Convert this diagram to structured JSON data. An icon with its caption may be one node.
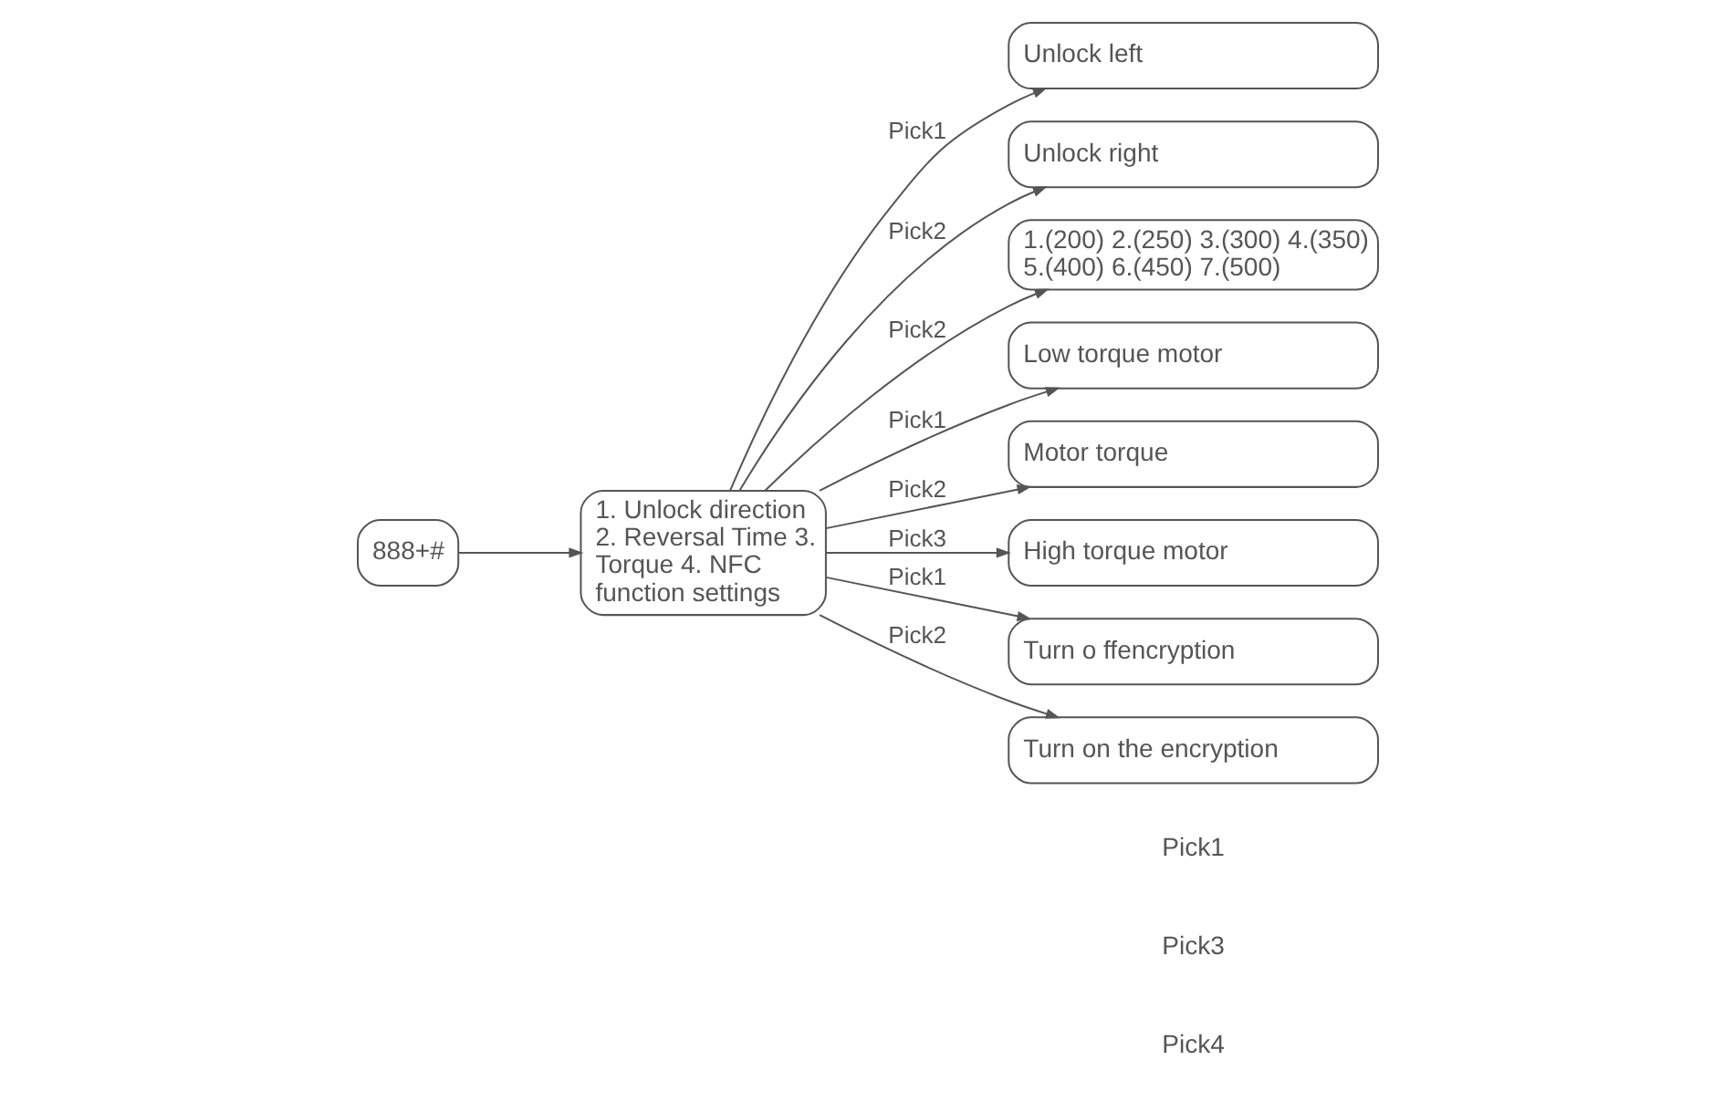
{
  "diagram": {
    "nodes": [
      {
        "text": [
          "888+#"
        ]
      },
      {
        "text": [
          "1. Unlock direction 2. Reversal Time 3. Torque 4. NFC function settings"
        ]
      },
      {
        "text": [
          "Unlock left"
        ]
      },
      {
        "text": [
          "Unlock right"
        ]
      },
      {
        "text": [
          "1.(200) 2.(250) 3.(300) 4.(350) 5.(400) 6.(450) 7.(500)"
        ]
      },
      {
        "text": [
          "Low torque motor"
        ]
      },
      {
        "text": [
          "Motor torque"
        ]
      },
      {
        "text": [
          "High torque motor"
        ]
      },
      {
        "text": [
          "Turn o ffencryption"
        ]
      },
      {
        "text": [
          "Turn on the encryption"
        ]
      }
    ],
    "edges": [
      {
        "from": 0,
        "to": 1,
        "arrow": "to"
      },
      {
        "from": 1,
        "to": 2,
        "arrow": "to",
        "label": "Pick1"
      },
      {
        "from": 1,
        "to": 3,
        "arrow": "to",
        "label": "Pick2"
      },
      {
        "from": 1,
        "to": 4,
        "arrow": "to",
        "label": "Pick2"
      },
      {
        "from": 1,
        "to": 5,
        "arrow": "to",
        "label": "Pick1"
      },
      {
        "from": 1,
        "to": 6,
        "arrow": "to",
        "label": "Pick2"
      },
      {
        "from": 1,
        "to": 7,
        "arrow": "to",
        "label": "Pick3"
      },
      {
        "from": 1,
        "to": 8,
        "arrow": "to",
        "label": "Pick1"
      },
      {
        "from": 1,
        "to": 9,
        "arrow": "to",
        "label": "Pick2"
      }
    ],
    "labels": [
      "Pick1",
      "Pick3",
      "Pick4"
    ]
  }
}
